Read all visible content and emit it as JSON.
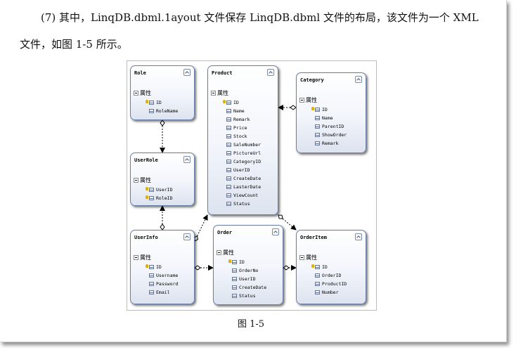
{
  "paragraph": {
    "line1": "(7) 其中，LinqDB.dbml.1ayout 文件保存 LinqDB.dbml 文件的布局，该文件为一个 XML",
    "line2": "文件，如图 1-5 所示。"
  },
  "figure": {
    "caption": "图 1-5"
  },
  "diagram": {
    "entities": [
      {
        "title": "Role",
        "section": "属性",
        "fields": [
          "ID",
          "RoleName"
        ],
        "key_fields": [
          "ID"
        ]
      },
      {
        "title": "Product",
        "section": "属性",
        "fields": [
          "ID",
          "Name",
          "Remark",
          "Price",
          "Stock",
          "SaleNumber",
          "PictureUrl",
          "CategoryID",
          "UserID",
          "CreateDate",
          "LasterDate",
          "ViewCount",
          "Status"
        ],
        "key_fields": [
          "ID"
        ]
      },
      {
        "title": "Category",
        "section": "属性",
        "fields": [
          "ID",
          "Name",
          "ParentID",
          "ShowOrder",
          "Remark"
        ],
        "key_fields": [
          "ID"
        ]
      },
      {
        "title": "UserRole",
        "section": "属性",
        "fields": [
          "UserID",
          "RoleID"
        ],
        "key_fields": [
          "UserID",
          "RoleID"
        ]
      },
      {
        "title": "UserInfo",
        "section": "属性",
        "fields": [
          "ID",
          "Username",
          "Password",
          "Email"
        ],
        "key_fields": [
          "ID"
        ]
      },
      {
        "title": "Order",
        "section": "属性",
        "fields": [
          "ID",
          "OrderNo",
          "UserID",
          "CreateDate",
          "Status"
        ],
        "key_fields": [
          "ID"
        ]
      },
      {
        "title": "OrderItem",
        "section": "属性",
        "fields": [
          "ID",
          "OrderID",
          "ProductID",
          "Number"
        ],
        "key_fields": [
          "ID"
        ]
      }
    ],
    "associations": [
      {
        "from": "Role",
        "to": "UserRole"
      },
      {
        "from": "UserInfo",
        "to": "UserRole"
      },
      {
        "from": "Category",
        "to": "Product"
      },
      {
        "from": "UserInfo",
        "to": "Product"
      },
      {
        "from": "UserInfo",
        "to": "Order"
      },
      {
        "from": "Product",
        "to": "OrderItem"
      },
      {
        "from": "Order",
        "to": "OrderItem"
      }
    ],
    "colors": {
      "border": "#6b7fa6",
      "key": "#e3b100",
      "line": "#000000"
    }
  }
}
